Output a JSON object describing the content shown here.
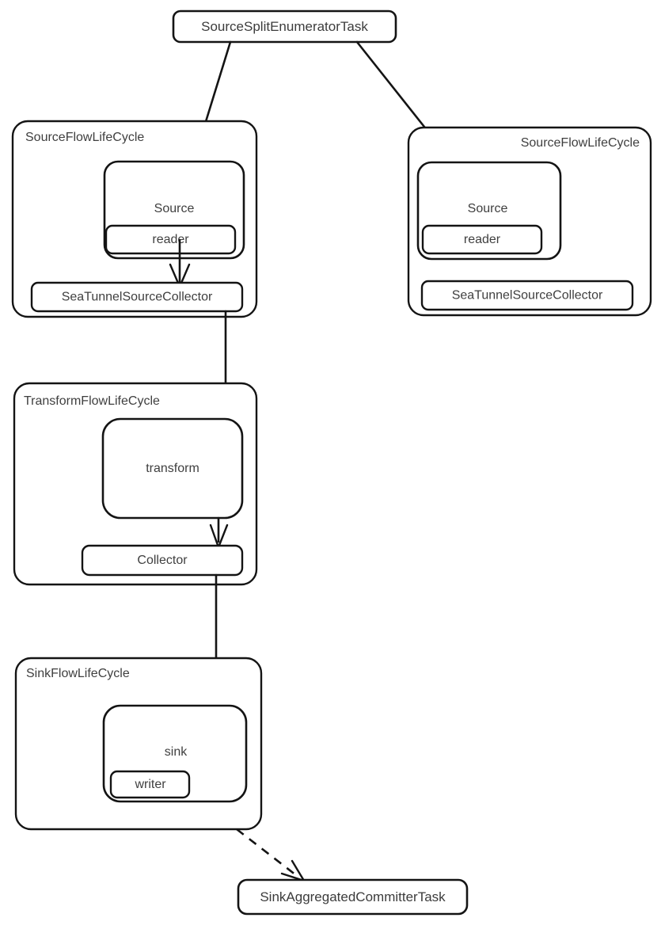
{
  "diagram": {
    "title_node": {
      "label": "SourceSplitEnumeratorTask"
    },
    "groups": [
      {
        "id": "source-flow-left",
        "label": "SourceFlowLifeCycle",
        "label_align": "left",
        "children": [
          {
            "id": "source-box-left",
            "label": "Source"
          },
          {
            "id": "reader-box-left",
            "label": "reader"
          },
          {
            "id": "collector-box-left",
            "label": "SeaTunnelSourceCollector"
          }
        ]
      },
      {
        "id": "source-flow-right",
        "label": "SourceFlowLifeCycle",
        "label_align": "right",
        "children": [
          {
            "id": "source-box-right",
            "label": "Source"
          },
          {
            "id": "reader-box-right",
            "label": "reader"
          },
          {
            "id": "collector-box-right",
            "label": "SeaTunnelSourceCollector"
          }
        ]
      },
      {
        "id": "transform-flow",
        "label": "TransformFlowLifeCycle",
        "label_align": "left",
        "children": [
          {
            "id": "transform-box",
            "label": "transform"
          },
          {
            "id": "transform-collector-box",
            "label": "Collector"
          }
        ]
      },
      {
        "id": "sink-flow",
        "label": "SinkFlowLifeCycle",
        "label_align": "left",
        "children": [
          {
            "id": "sink-box",
            "label": "sink"
          },
          {
            "id": "writer-box",
            "label": "writer"
          }
        ]
      }
    ],
    "bottom_node": {
      "label": "SinkAggregatedCommitterTask"
    },
    "edges": [
      {
        "id": "enumerator-to-left-source",
        "style": "solid",
        "arrow": "open"
      },
      {
        "id": "enumerator-to-right-source",
        "style": "solid",
        "arrow": "open"
      },
      {
        "id": "reader-to-collector-left",
        "style": "solid",
        "arrow": "open"
      },
      {
        "id": "collector-to-transform",
        "style": "solid",
        "arrow": "open"
      },
      {
        "id": "transform-to-collector",
        "style": "solid",
        "arrow": "open"
      },
      {
        "id": "collector-to-sink",
        "style": "solid",
        "arrow": "open"
      },
      {
        "id": "sink-to-committer",
        "style": "dashed",
        "arrow": "open"
      }
    ],
    "colors": {
      "stroke": "#141414",
      "text": "#3c3c3c",
      "background": "#ffffff"
    }
  }
}
